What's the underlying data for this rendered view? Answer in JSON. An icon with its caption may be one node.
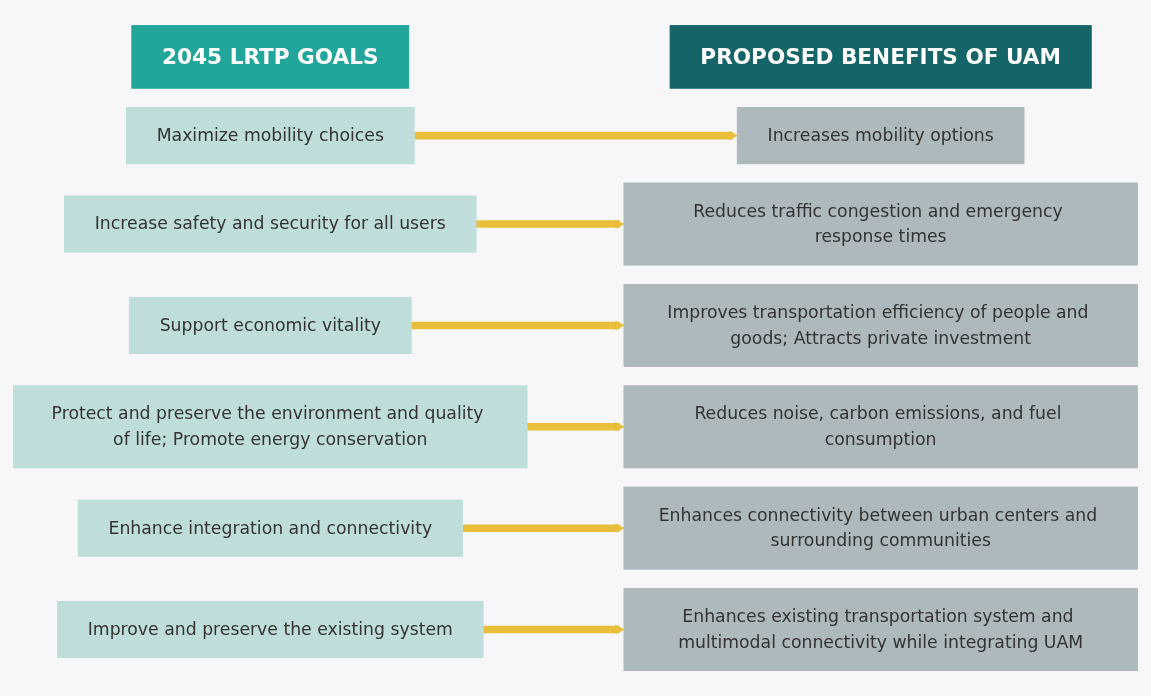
{
  "diagram": {
    "nodes": [
      {
        "text": [
          "2045 LRTP GOALS"
        ]
      },
      {
        "text": [
          "PROPOSED BENEFITS OF UAM"
        ]
      },
      {
        "text": [
          "Maximize mobility choices"
        ]
      },
      {
        "text": [
          "Increases mobility options"
        ]
      },
      {
        "text": [
          "Increase safety and security for all users"
        ]
      },
      {
        "text": [
          "Reduces traffic congestion and emergency response times"
        ]
      },
      {
        "text": [
          "Support economic vitality"
        ]
      },
      {
        "text": [
          "Improves transportation efficiency of people and goods; Attracts private investment"
        ]
      },
      {
        "text": [
          "Protect and preserve the environment and quality of life; Promote energy conservation"
        ]
      },
      {
        "text": [
          "Reduces noise, carbon emissions, and fuel consumption"
        ]
      },
      {
        "text": [
          "Enhance integration and connectivity"
        ]
      },
      {
        "text": [
          "Enhances connectivity between urban centers and surrounding communities"
        ]
      },
      {
        "text": [
          "Improve and preserve the existing system"
        ]
      },
      {
        "text": [
          "Enhances existing transportation system and multimodal connectivity while integrating UAM"
        ]
      }
    ],
    "edges": [
      {
        "from": 2,
        "to": 3,
        "arrow": "to"
      },
      {
        "from": 4,
        "to": 5,
        "arrow": "to"
      },
      {
        "from": 6,
        "to": 7,
        "arrow": "to"
      },
      {
        "from": 8,
        "to": 9,
        "arrow": "to"
      },
      {
        "from": 10,
        "to": 11,
        "arrow": "to"
      },
      {
        "from": 12,
        "to": 13,
        "arrow": "to"
      }
    ]
  }
}
